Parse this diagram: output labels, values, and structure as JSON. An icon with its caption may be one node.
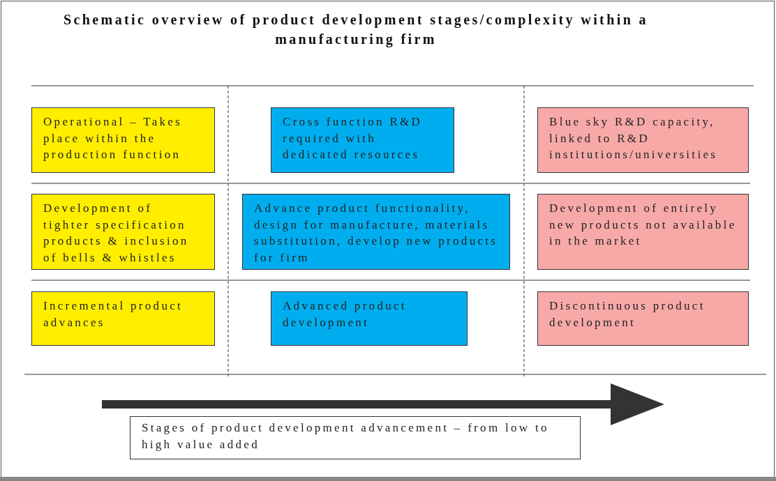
{
  "diagram": {
    "title": "Schematic overview of product development stages/complexity within a manufacturing firm",
    "nodes": [
      {
        "text": [
          "Operational – Takes place within the production function"
        ]
      },
      {
        "text": [
          "Cross function R&D required with dedicated resources"
        ]
      },
      {
        "text": [
          "Blue sky R&D capacity, linked to R&D institutions/universities"
        ]
      },
      {
        "text": [
          "Development of tighter specification products & inclusion of bells & whistles"
        ]
      },
      {
        "text": [
          "Advance product functionality, design for manufacture, materials substitution, develop new products for firm"
        ]
      },
      {
        "text": [
          "Development of entirely new products not available in the market"
        ]
      },
      {
        "text": [
          "Incremental product advances"
        ]
      },
      {
        "text": [
          "Advanced product development"
        ]
      },
      {
        "text": [
          "Discontinuous product development"
        ]
      },
      {
        "text": [
          "Stages of product development advancement – from low to high value added"
        ]
      }
    ]
  }
}
